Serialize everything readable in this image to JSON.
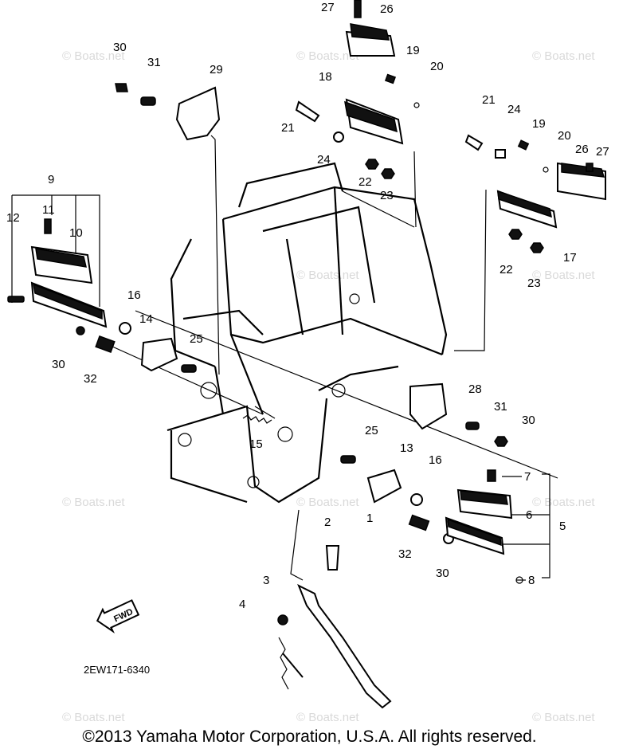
{
  "watermark": "© Boats.net",
  "diagram_code": "2EW171-6340",
  "fwd_label": "FWD",
  "footer": "©2013 Yamaha Motor Corporation, U.S.A. All rights reserved.",
  "callouts": [
    "1",
    "2",
    "3",
    "4",
    "5",
    "6",
    "7",
    "8",
    "9",
    "10",
    "11",
    "12",
    "13",
    "14",
    "15",
    "16",
    "16",
    "17",
    "18",
    "19",
    "19",
    "20",
    "20",
    "21",
    "21",
    "22",
    "22",
    "23",
    "23",
    "24",
    "24",
    "25",
    "25",
    "26",
    "26",
    "27",
    "27",
    "28",
    "29",
    "30",
    "30",
    "30",
    "30",
    "31",
    "31",
    "32",
    "32"
  ]
}
